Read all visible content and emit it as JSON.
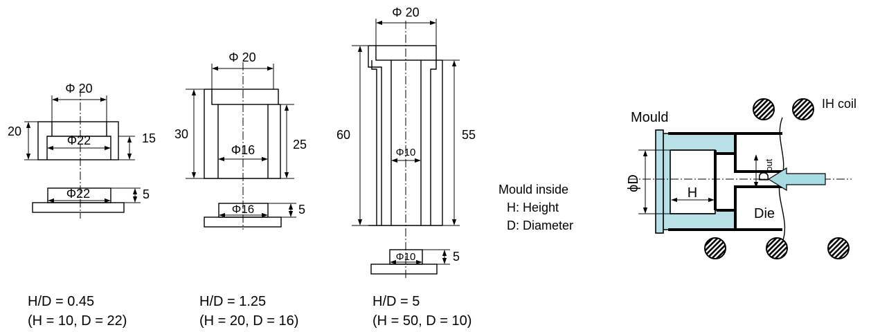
{
  "specimens": [
    {
      "top_diameter": "Φ 20",
      "inner_diameter": "Φ22",
      "height_total": "20",
      "height_inner": "15",
      "plug_diameter": "Φ22",
      "plug_height": "5",
      "ratio": "H/D = 0.45",
      "dims": "(H = 10,  D = 22)"
    },
    {
      "top_diameter": "Φ 20",
      "inner_diameter": "Φ16",
      "height_total": "30",
      "height_inner": "25",
      "plug_diameter": "Φ16",
      "plug_height": "5",
      "ratio": "H/D = 1.25",
      "dims": "(H = 20,  D = 16)"
    },
    {
      "top_diameter": "Φ 20",
      "inner_diameter": "Φ10",
      "height_total": "60",
      "height_inner": "55",
      "plug_diameter": "Φ10",
      "plug_height": "5",
      "ratio": "H/D = 5",
      "dims": "(H = 50,  D = 10)"
    }
  ],
  "legend": {
    "title": "Mould inside",
    "h": "H: Height",
    "d": "D: Diameter"
  },
  "apparatus": {
    "mould": "Mould",
    "coil": "IH coil",
    "die": "Die",
    "height": "H",
    "diameter": "ϕD",
    "d_out_main": "D",
    "d_out_sub": "out",
    "mould_color": "#b9e0e6",
    "arrow_color": "#a9dbe3"
  }
}
